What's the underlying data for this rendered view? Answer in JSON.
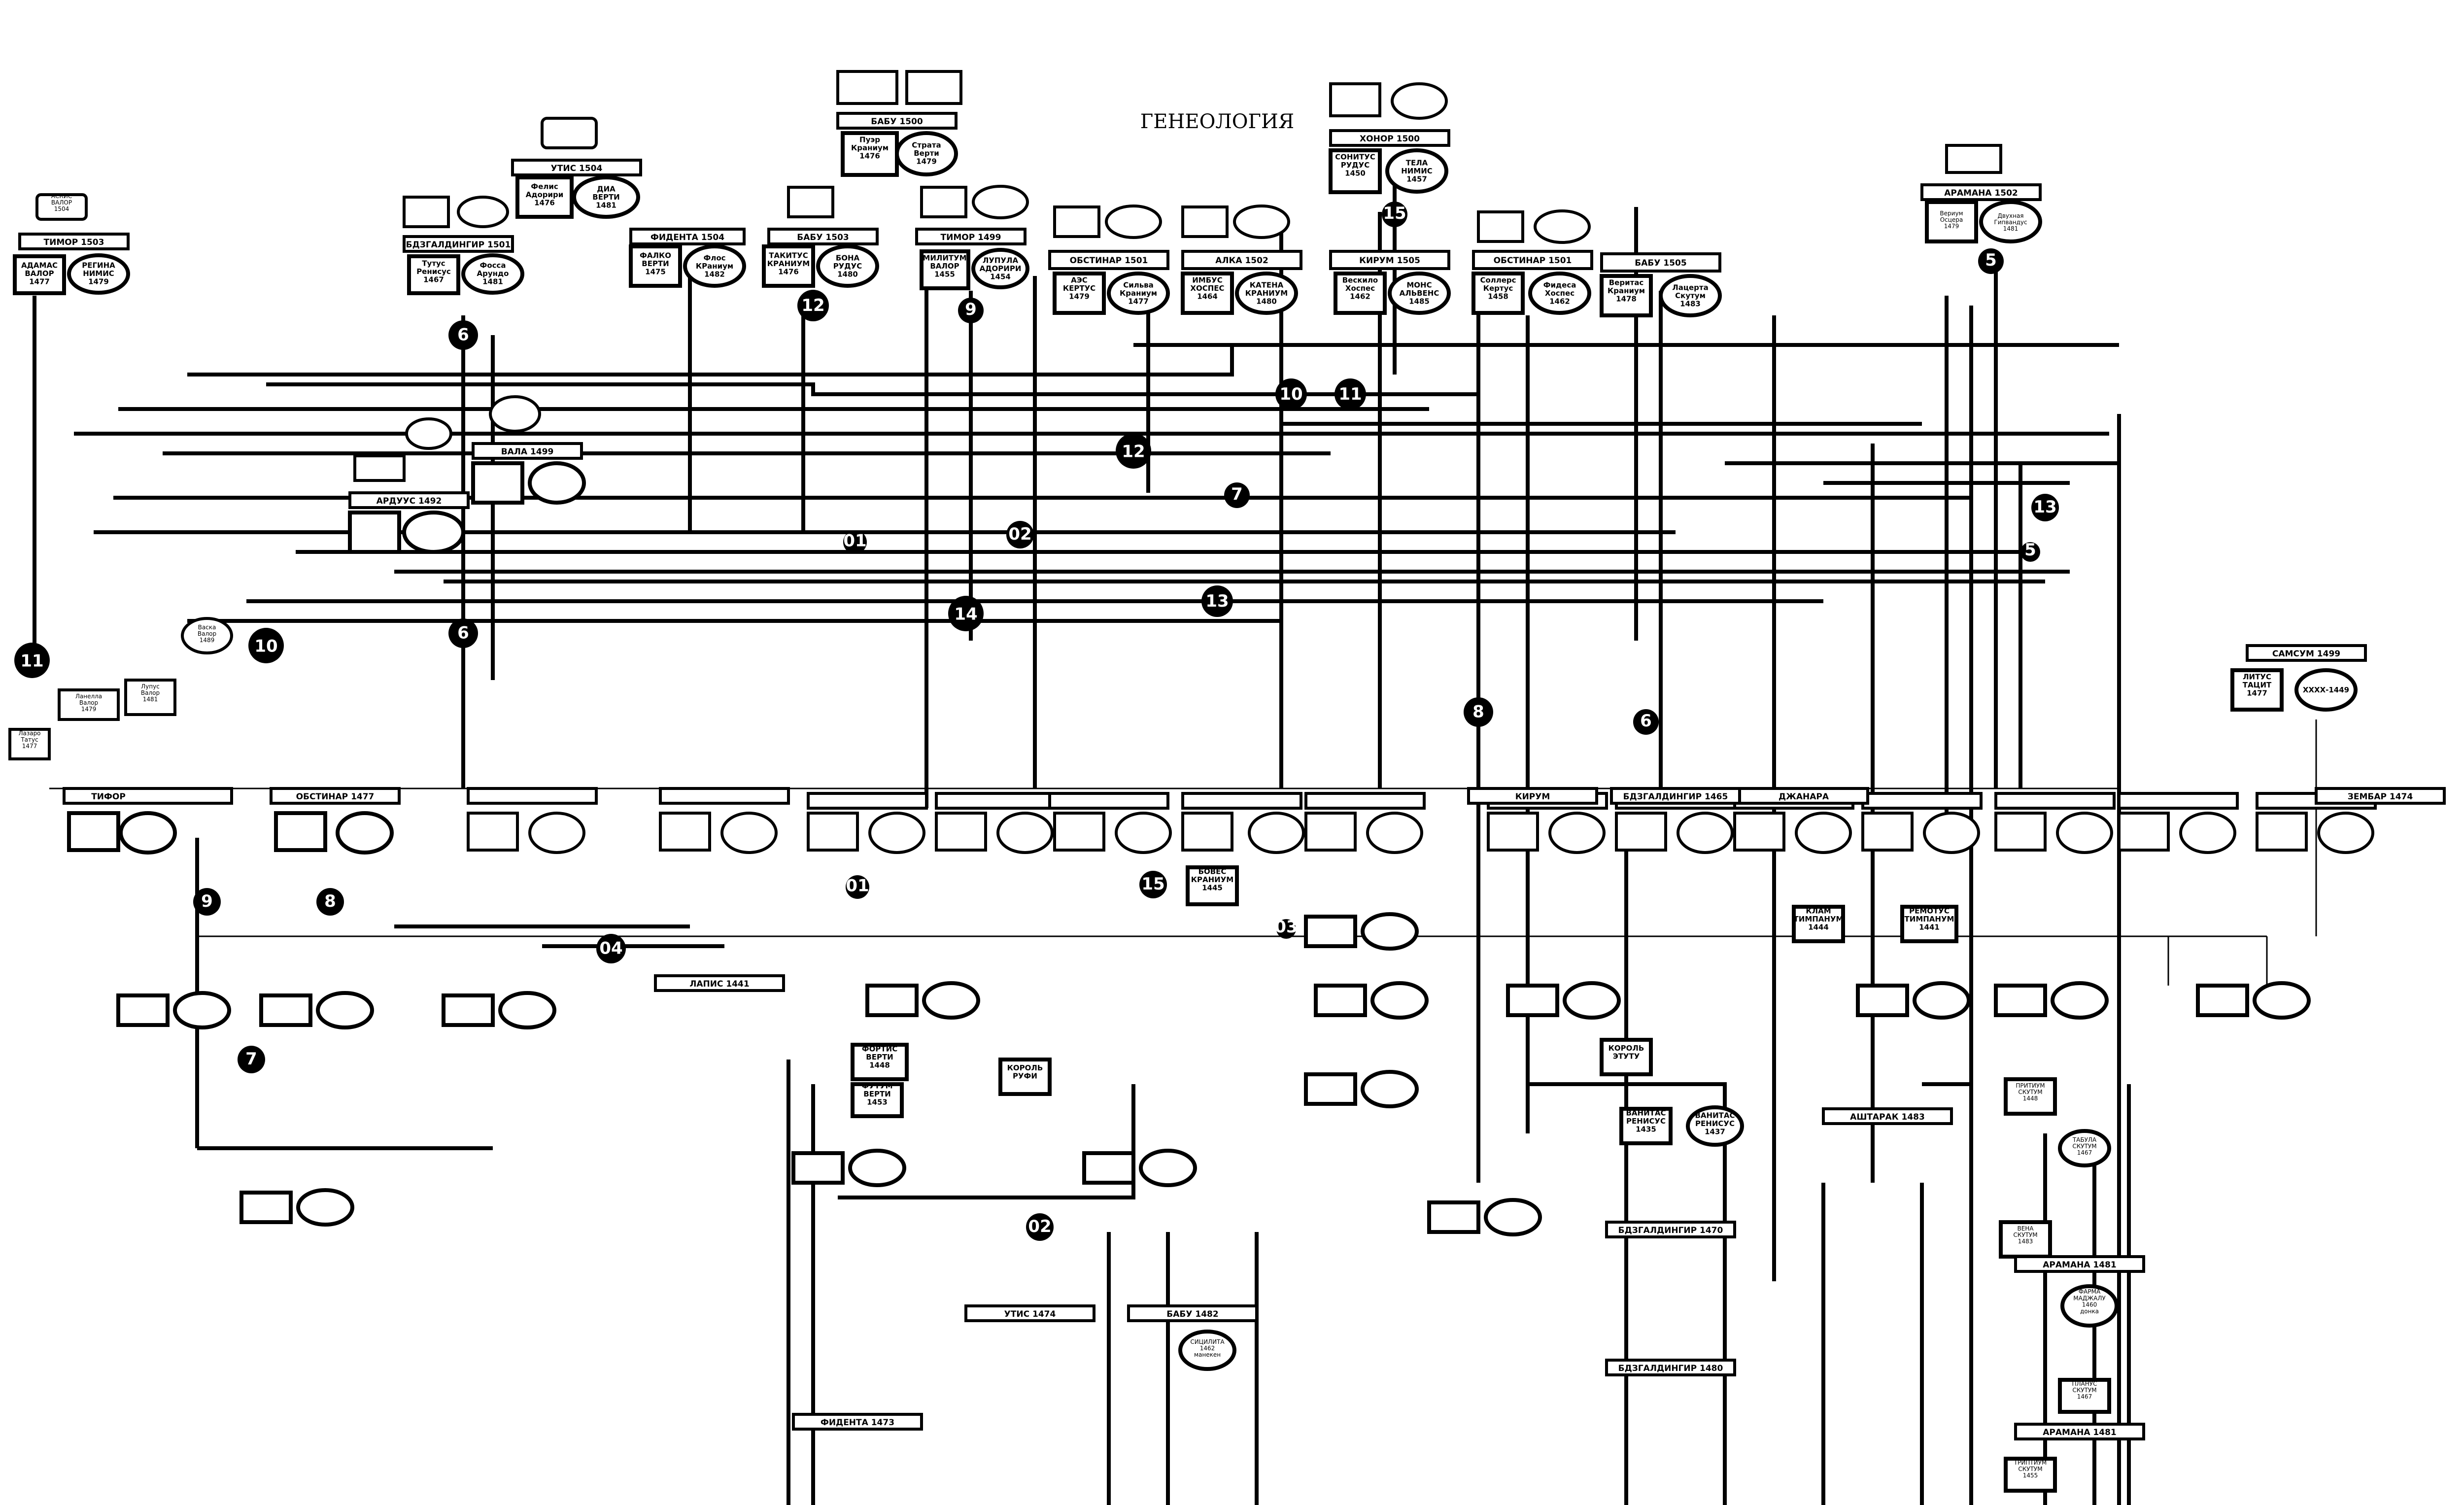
{
  "title": "ГЕНЕОЛОГИЯ",
  "colors": {
    "ink": "#000000",
    "paper": "#ffffff"
  },
  "persons": {
    "askis": "АСКИС\nВАЛОР\n1504",
    "adamas": "АДАМАС\nВАЛОР\n1477",
    "regina": "РЕГИНА\nНИМИС\n1479",
    "felis": "Фелис\nАдорири\n1476",
    "dia": "ДИА\nВЕРТИ\n1481",
    "tutus": "Тутус\nРенисус\n1467",
    "fossa": "Фосса\nАрундо\n1481",
    "falko": "ФАЛКО\nВЕРТИ\n1475",
    "flos": "Флос\nКРаниум\n1482",
    "takitus": "ТАКИТУС\nКРАНИУМ\n1476",
    "bona": "БОНА\nРУДУС\n1480",
    "puer": "Пуэр\nКраниум\n1476",
    "strata": "Страта\nВерти\n1479",
    "militum": "МИЛИТУМ\nВАЛОР\n1455",
    "lupula": "ЛУПУЛА\nАДОРИРИ\n1454",
    "aes": "АЭС\nКЕРТУС\n1479",
    "silva": "Сильва\nКраниум\n1477",
    "imbus": "ИМБУС\nХОСПЕС\n1464",
    "katena": "КАТЕНА\nКРАНИУМ\n1480",
    "sonitus": "СОНИТУС\nРУДУС\n1450",
    "tela": "ТЕЛА\nНИМИС\n1457",
    "veskilo": "Вескило\nХоспес\n1462",
    "mons": "МОНС\nАЛЬВЕНС\n1485",
    "soleris": "Соллерс\nКертус\n1458",
    "fidesa": "Фидеса\nХоспес\n1462",
    "veritas": "Веритас\nКраниум\n1478",
    "lacerta": "Лацерта\nСкутум\n1483",
    "verium": "Вериум\nОсцера\n1479",
    "dvuhnaya": "Двухная\nГипвандус\n1481",
    "lanella": "Ланелла\nВалор\n1479",
    "lupus": "Лупус\nВалор\n1481",
    "vaska": "Васка\nВалор\n1489",
    "lazaro": "Лазаро\nТатус\n1477",
    "samsum": "САМСУМ 1499",
    "lituus": "ЛИТУС\nТАЦИТ\n1477",
    "xxxx": "ХХХХ-1449",
    "king_rufi": "КОРОЛЬ\nРУФИ",
    "king_etutu": "КОРОЛЬ\nЭТУТУ",
    "klam": "КЛАМ\nТИМПАНУМ\n1444",
    "remotus": "РЕМОТУС\nТИМПАНУМ\n1441",
    "fortis": "ФОРТИС\nВЕРТИ\n1448",
    "futum": "ФУТУМ\nВЕРТИ\n1453",
    "boves": "БОВЕС\nКРАНИУМ\n1445",
    "sicilita": "СИЦИЛИТА\n1462\nманекен",
    "vanitas": "ВАНИТАС\nРЕНИСУС\n1435",
    "vanitas2": "ВАНИТАС\nРЕНИСУС\n1437",
    "pritium": "ПРИТИУМ\nСКУТУМ\n1448",
    "tabula": "ТАБУЛА\nСКУТУМ\n1467",
    "vena": "ВЕНА\nСКУТУМ\n1483",
    "farma": "ФАРМА\nМАДЖАЛУ\n1460\nдонка",
    "planus": "ПЛАНУС\nСКУТУМ\n1467",
    "triptium": "ТРИПТИУМ\nСКУТУМ\n1455"
  },
  "houses": {
    "timor_1503": "ТИМОР 1503",
    "utis_1504": "УТИС 1504",
    "bdz_1501": "БДЗГАЛДИНГИР 1501",
    "fidenta_1504": "ФИДЕНТА 1504",
    "babu_1503": "БАБУ 1503",
    "babu_1500": "БАБУ 1500",
    "timor_1499": "ТИМОР 1499",
    "obstinar_1501": "ОБСТИНАР 1501",
    "alka_1502": "АЛКА 1502",
    "honor_1500": "ХОНОР 1500",
    "kirum_1505": "КИРУМ 1505",
    "obstinar_1501b": "ОБСТИНАР 1501",
    "babu_1505": "БАБУ 1505",
    "aramana_1502": "АРАМАНА 1502",
    "vala_1499": "ВАЛА 1499",
    "arduus_1492": "АРДУУС 1492",
    "tifor": "ТИФОР",
    "obstinar_1477": "ОБСТИНАР 1477",
    "utis_1474": "УТИС 1474",
    "babu_1482": "БАБУ 1482",
    "fidenta_1473": "ФИДЕНТА 1473",
    "aramana_1481": "АРАМАНА 1481",
    "aramana_1481b": "АРАМАНА 1481",
    "ashtarak_1483": "АШТАРАК 1483",
    "bdz_1470": "БДЗГАЛДИНГИР 1470",
    "bdz_1480": "БДЗГАЛДИНГИР 1480",
    "lapis_1441": "ЛАПИС 1441",
    "kirum": "КИРУМ",
    "bdz_1465": "БДЗГАЛДИНГИР 1465",
    "djanara": "ДЖАНАРА",
    "zembar_1474": "ЗЕМБАР 1474"
  },
  "markers": [
    "11",
    "6",
    "12",
    "9",
    "15",
    "10",
    "11",
    "12",
    "7",
    "5",
    "13",
    "5",
    "10",
    "6",
    "14",
    "13",
    "8",
    "6",
    "9",
    "8",
    "7",
    "15",
    "04",
    "01",
    "02",
    "03",
    "02",
    "01"
  ]
}
